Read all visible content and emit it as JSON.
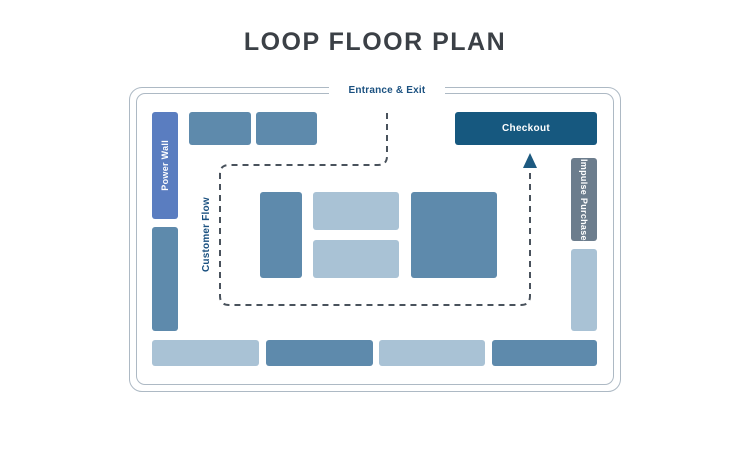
{
  "page": {
    "title": "LOOP FLOOR PLAN"
  },
  "floor_plan": {
    "entrance_label": "Entrance & Exit",
    "flow_label": "Customer Flow",
    "zones": {
      "power_wall": "Power Wall",
      "checkout": "Checkout",
      "impulse_purchase": "Impulse Purchase"
    },
    "flow_path": {
      "style": "dashed",
      "direction": "entrance -> down -> left -> down -> right along bottom -> up to checkout arrow"
    },
    "colors": {
      "shelf_dark_blue": "#5e8aac",
      "shelf_light_blue": "#a9c2d5",
      "power_wall_blue": "#5a7dc0",
      "checkout_dark_blue": "#16587f",
      "impulse_gray": "#6c7d8d",
      "flow_dash_gray": "#49525c",
      "label_navy": "#1b5180",
      "wall_border_gray": "#adb9c4",
      "title_charcoal": "#3b4046"
    }
  }
}
